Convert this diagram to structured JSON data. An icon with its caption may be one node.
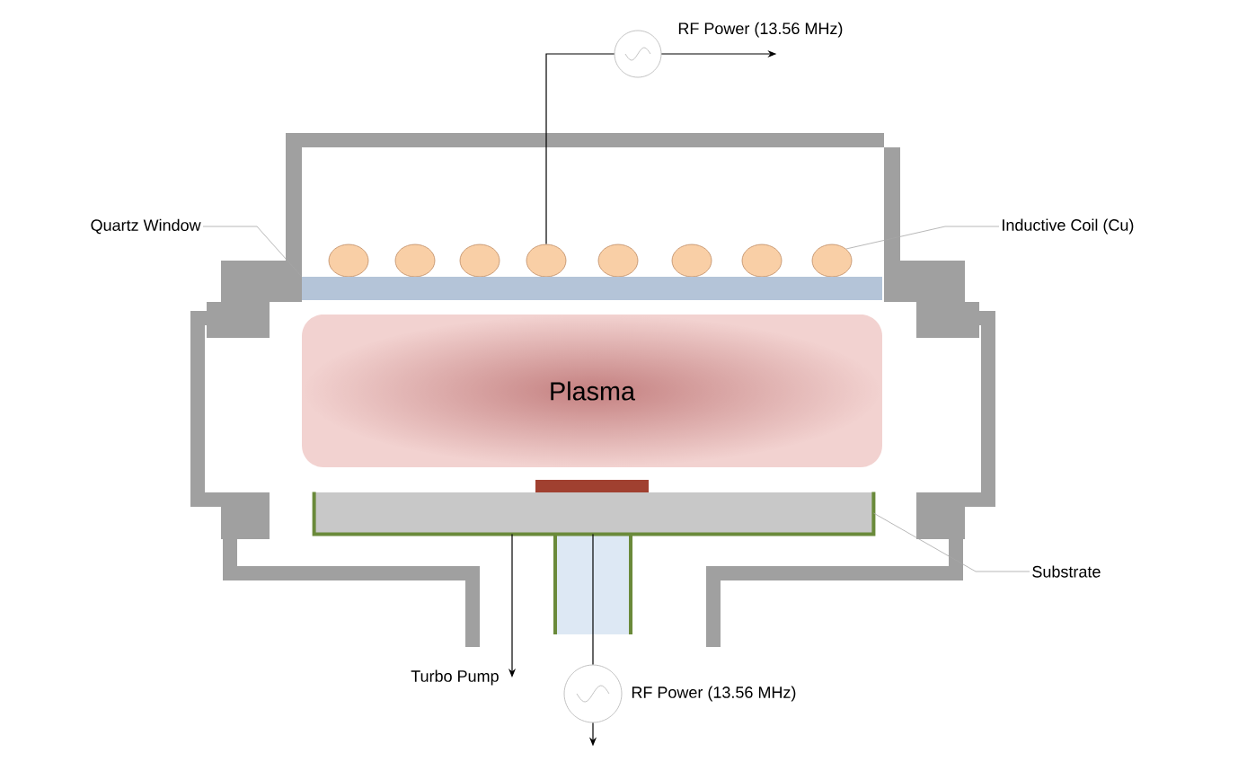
{
  "diagram": {
    "nodes": [
      {
        "text": [],
        "shape": "circle",
        "beside": [
          "RF Power (13.56 MHz)"
        ]
      },
      {
        "text": [
          "Quartz Window"
        ]
      },
      {
        "text": [
          "Inductive Coil (Cu)"
        ]
      },
      {
        "text": [],
        "shape": "circle"
      },
      {
        "text": [],
        "shape": "circle"
      },
      {
        "text": [],
        "shape": "circle"
      },
      {
        "text": [],
        "shape": "circle"
      },
      {
        "text": [],
        "shape": "circle"
      },
      {
        "text": [],
        "shape": "circle"
      },
      {
        "text": [],
        "shape": "circle"
      },
      {
        "text": [],
        "shape": "circle"
      },
      {
        "text": [],
        "shape": "bar"
      },
      {
        "text": [
          "Plasma"
        ]
      },
      {
        "text": [],
        "shape": "bar"
      },
      {
        "text": [
          "Substrate"
        ]
      },
      {
        "text": [
          "Turbo Pump"
        ]
      },
      {
        "text": [],
        "shape": "circle",
        "beside": [
          "RF Power (13.56 MHz)"
        ]
      }
    ],
    "edges": [
      {
        "from": 6,
        "to": 0,
        "arrow": "none"
      },
      {
        "from": 0,
        "to": null,
        "arrow": "to"
      },
      {
        "from": 1,
        "to": 11,
        "arrow": "none",
        "color": "#a6a6a6"
      },
      {
        "from": 2,
        "to": 10,
        "arrow": "none",
        "color": "#a6a6a6"
      },
      {
        "from": 14,
        "to": 13,
        "arrow": "none",
        "color": "#a6a6a6"
      },
      {
        "from": 13,
        "to": 15,
        "arrow": "to"
      },
      {
        "from": 13,
        "to": 16,
        "arrow": "none"
      },
      {
        "from": 16,
        "to": null,
        "arrow": "to"
      }
    ]
  }
}
